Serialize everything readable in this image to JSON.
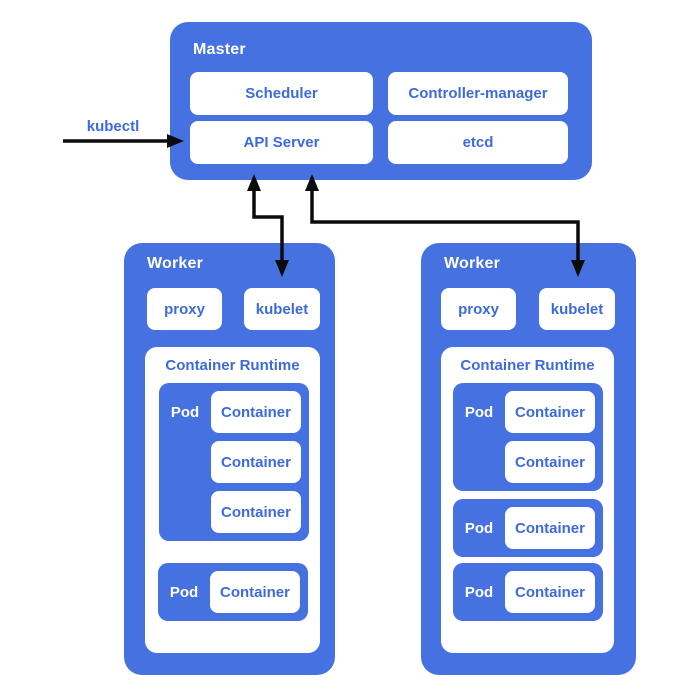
{
  "kubectl": {
    "label": "kubectl"
  },
  "master": {
    "title": "Master",
    "scheduler": "Scheduler",
    "controller_manager": "Controller-manager",
    "api_server": "API Server",
    "etcd": "etcd"
  },
  "workers": [
    {
      "title": "Worker",
      "proxy": "proxy",
      "kubelet": "kubelet",
      "runtime": {
        "title": "Container Runtime",
        "pods": [
          {
            "label": "Pod",
            "containers": [
              "Container",
              "Container",
              "Container"
            ]
          },
          {
            "label": "Pod",
            "containers": [
              "Container"
            ]
          }
        ]
      }
    },
    {
      "title": "Worker",
      "proxy": "proxy",
      "kubelet": "kubelet",
      "runtime": {
        "title": "Container Runtime",
        "pods": [
          {
            "label": "Pod",
            "containers": [
              "Container",
              "Container"
            ]
          },
          {
            "label": "Pod",
            "containers": [
              "Container"
            ]
          },
          {
            "label": "Pod",
            "containers": [
              "Container"
            ]
          }
        ]
      }
    }
  ],
  "colors": {
    "primary_blue": "#4571E1",
    "text_blue": "#3E6BDC",
    "arrow_black": "#0b0b0b",
    "box_white": "#ffffff"
  }
}
